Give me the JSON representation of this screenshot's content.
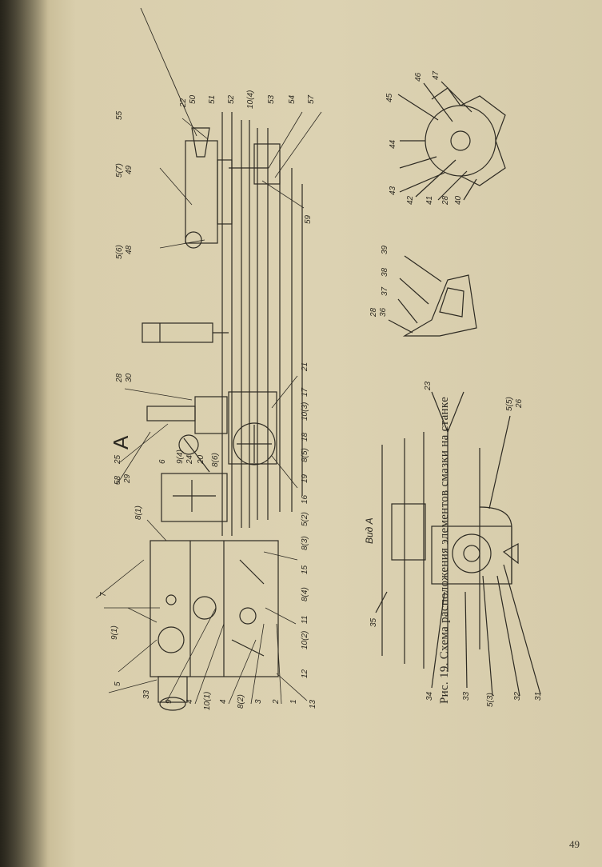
{
  "caption": "Рис. 19. Схема расположения элементов смазки на станке",
  "page_number": "49",
  "view_title": "Вид А",
  "view_marker": "А",
  "main_labels": {
    "top": [
      "5",
      "33",
      "9",
      "4",
      "10(1)",
      "4",
      "8(2)",
      "3",
      "2",
      "1",
      "13"
    ],
    "bottom_labels": [
      "12",
      "10(2)",
      "11",
      "8(4)",
      "15",
      "8(3)",
      "5(2)",
      "16",
      "19",
      "8(5)",
      "18",
      "10(3)",
      "17",
      "21"
    ],
    "left_labels": [
      "7",
      "9(1)",
      "8(1)",
      "58",
      "29",
      "25",
      "6",
      "9(4)",
      "24",
      "20",
      "8(6)"
    ],
    "carriage_labels": [
      "28",
      "30"
    ],
    "tail_labels": [
      "5(6)",
      "48",
      "5(7)",
      "49",
      "55",
      "22",
      "50",
      "51",
      "52",
      "10(4)",
      "53",
      "54",
      "57",
      "59"
    ]
  },
  "view_a_labels": [
    "35",
    "34",
    "33",
    "5(3)",
    "32",
    "31",
    "23",
    "5(5)",
    "26"
  ],
  "detail_labels": {
    "left_bracket": [
      "28",
      "36",
      "37",
      "38",
      "39"
    ],
    "right_wheel": [
      "44",
      "45",
      "46",
      "47",
      "43",
      "42",
      "41",
      "28",
      "40"
    ]
  }
}
